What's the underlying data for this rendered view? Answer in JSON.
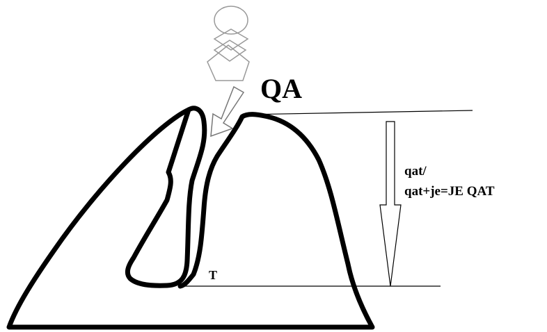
{
  "diagram": {
    "labels": {
      "qa": "QA",
      "formula_line1": "qat/",
      "formula_line2": "qat+je=JE QAT",
      "t": "T"
    },
    "colors": {
      "stroke": "#000000",
      "shape_outline": "#999999",
      "background": "#ffffff"
    },
    "shapes": [
      "ellipse",
      "diamond",
      "diamond",
      "pentagon"
    ],
    "icons": [
      "down-arrow-icon",
      "height-arrow-icon"
    ]
  }
}
